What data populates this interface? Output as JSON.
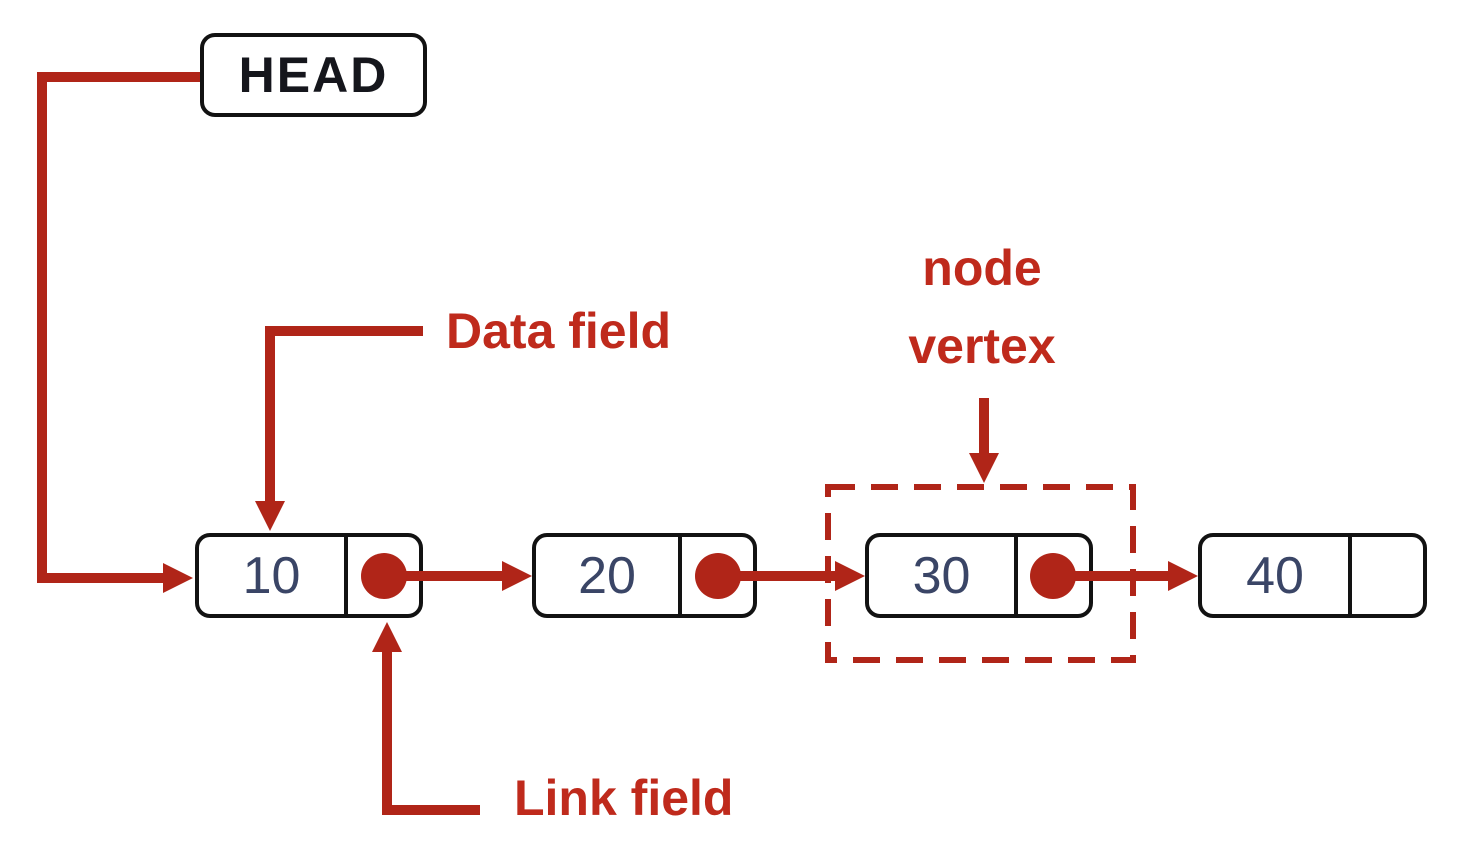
{
  "head": {
    "label": "HEAD"
  },
  "nodes": [
    {
      "value": "10",
      "has_pointer": true
    },
    {
      "value": "20",
      "has_pointer": true
    },
    {
      "value": "30",
      "has_pointer": true
    },
    {
      "value": "40",
      "has_pointer": false
    }
  ],
  "annotations": {
    "data_field": "Data field",
    "link_field": "Link field",
    "node_vertex_line1": "node",
    "node_vertex_line2": "vertex"
  },
  "colors": {
    "arrow_red": "#b02518",
    "label_red": "#bf2a1c",
    "node_value": "#3a4566",
    "head_text": "#15161c",
    "box_border": "#121212",
    "bg": "#ffffff"
  }
}
